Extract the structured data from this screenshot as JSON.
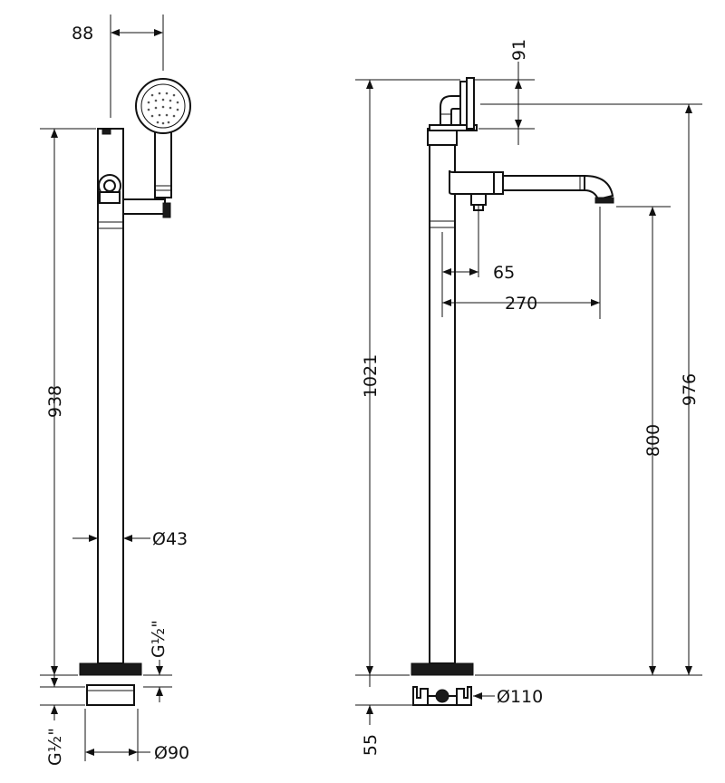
{
  "left_view": {
    "dims": {
      "handshower_offset": "88",
      "height": "938",
      "pipe_diameter": "Ø43",
      "thread_side": "G½\"",
      "thread_bottom": "G½\"",
      "base_diameter": "Ø90"
    }
  },
  "right_view": {
    "dims": {
      "top_clearance": "91",
      "total_height": "1021",
      "spout_height": "976",
      "outlet_height": "800",
      "diverter_offset": "65",
      "spout_reach": "270",
      "base_diameter": "Ø110",
      "base_depth": "55"
    }
  }
}
